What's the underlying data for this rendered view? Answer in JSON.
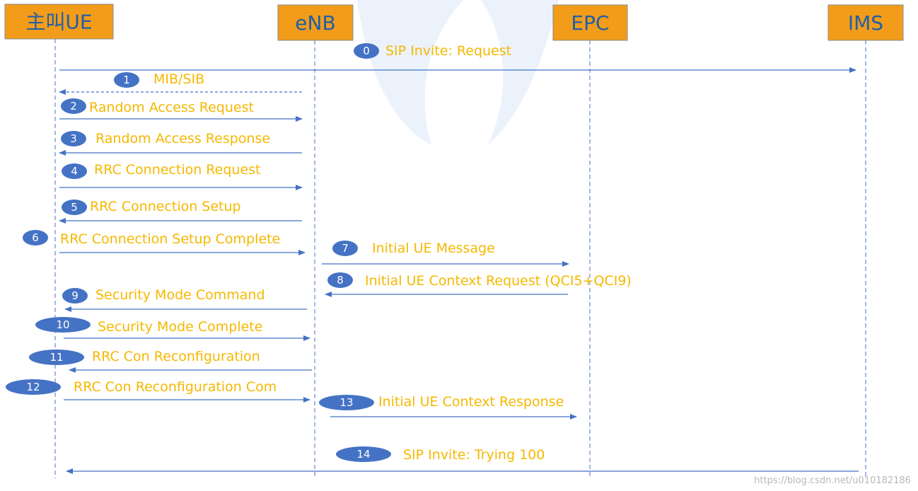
{
  "participants": [
    {
      "id": "ue",
      "label": "主叫UE"
    },
    {
      "id": "enb",
      "label": "eNB"
    },
    {
      "id": "epc",
      "label": "EPC"
    },
    {
      "id": "ims",
      "label": "IMS"
    }
  ],
  "messages": [
    {
      "num": "0",
      "label": "SIP Invite: Request",
      "from": "ue",
      "to": "ims",
      "style": "solid"
    },
    {
      "num": "1",
      "label": "MIB/SIB",
      "from": "enb",
      "to": "ue",
      "style": "dashed"
    },
    {
      "num": "2",
      "label": "Random Access Request",
      "from": "ue",
      "to": "enb",
      "style": "solid"
    },
    {
      "num": "3",
      "label": "Random Access Response",
      "from": "enb",
      "to": "ue",
      "style": "solid"
    },
    {
      "num": "4",
      "label": "RRC Connection Request",
      "from": "ue",
      "to": "enb",
      "style": "solid"
    },
    {
      "num": "5",
      "label": "RRC Connection Setup",
      "from": "enb",
      "to": "ue",
      "style": "solid"
    },
    {
      "num": "6",
      "label": "RRC Connection Setup Complete",
      "from": "ue",
      "to": "enb",
      "style": "solid"
    },
    {
      "num": "7",
      "label": "Initial UE Message",
      "from": "enb",
      "to": "epc",
      "style": "solid"
    },
    {
      "num": "8",
      "label": "Initial UE Context Request  (QCI5+QCI9)",
      "from": "epc",
      "to": "enb",
      "style": "solid"
    },
    {
      "num": "9",
      "label": "Security Mode Command",
      "from": "enb",
      "to": "ue",
      "style": "solid"
    },
    {
      "num": "10",
      "label": "Security Mode Complete",
      "from": "ue",
      "to": "enb",
      "style": "solid"
    },
    {
      "num": "11",
      "label": "RRC Con Reconfiguration",
      "from": "enb",
      "to": "ue",
      "style": "solid"
    },
    {
      "num": "12",
      "label": "RRC Con Reconfiguration Com",
      "from": "ue",
      "to": "enb",
      "style": "solid"
    },
    {
      "num": "13",
      "label": "Initial UE Context Response",
      "from": "enb",
      "to": "epc",
      "style": "solid"
    },
    {
      "num": "14",
      "label": "SIP Invite: Trying 100",
      "from": "ims",
      "to": "ue",
      "style": "solid"
    }
  ],
  "watermark": "https://blog.csdn.net/u010182186",
  "colors": {
    "box_fill": "#f39c19",
    "box_text": "#1f5fa8",
    "line": "#4472c4",
    "label_text": "#f5b800",
    "badge_fill": "#4472c4"
  }
}
